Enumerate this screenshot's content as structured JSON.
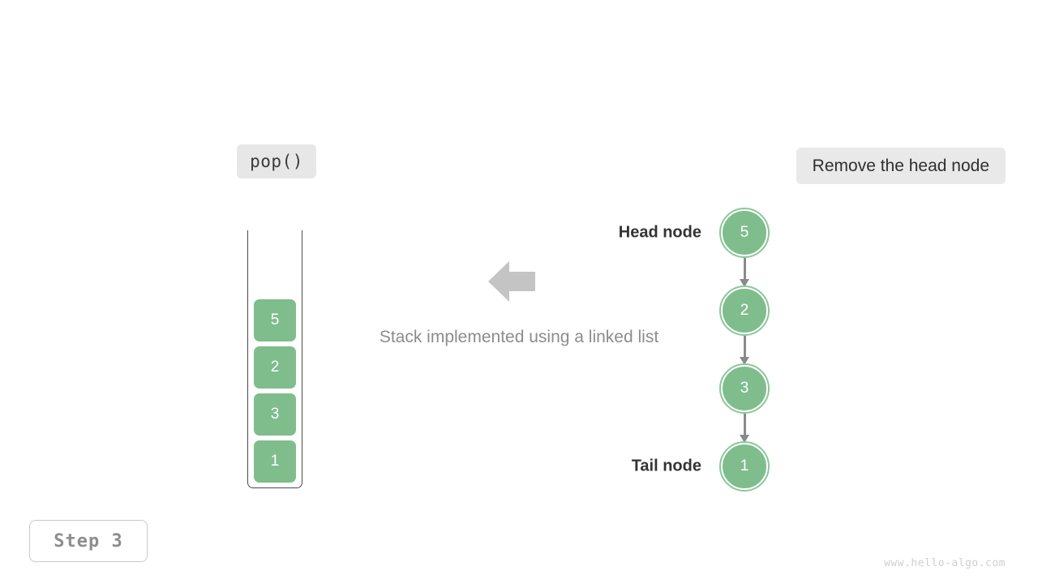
{
  "operation_chip": {
    "label": "pop()"
  },
  "action_chip": {
    "label": "Remove the head node"
  },
  "step_badge": {
    "label": "Step 3"
  },
  "watermark": {
    "text": "www.hello-algo.com"
  },
  "caption": {
    "text": "Stack implemented using a linked list"
  },
  "icons": {
    "transform_arrow": "arrow-left-icon"
  },
  "stack": {
    "name": "stack-container",
    "cells": [
      {
        "value": "5"
      },
      {
        "value": "2"
      },
      {
        "value": "3"
      },
      {
        "value": "1"
      }
    ]
  },
  "linked_list": {
    "nodes": [
      {
        "value": "5",
        "label": "Head node"
      },
      {
        "value": "2",
        "label": ""
      },
      {
        "value": "3",
        "label": ""
      },
      {
        "value": "1",
        "label": "Tail node"
      }
    ]
  },
  "colors": {
    "node_green": "#7fbd8d",
    "node_ring": "#8cc79a",
    "chip_gray": "#e7e7e7",
    "arrow_gray": "#8a8a8a",
    "big_arrow_gray": "#c4c4c4",
    "caption_gray": "#8c8c8c",
    "step_text_gray": "#8e8e8e",
    "watermark_gray": "#cfcfcf"
  }
}
